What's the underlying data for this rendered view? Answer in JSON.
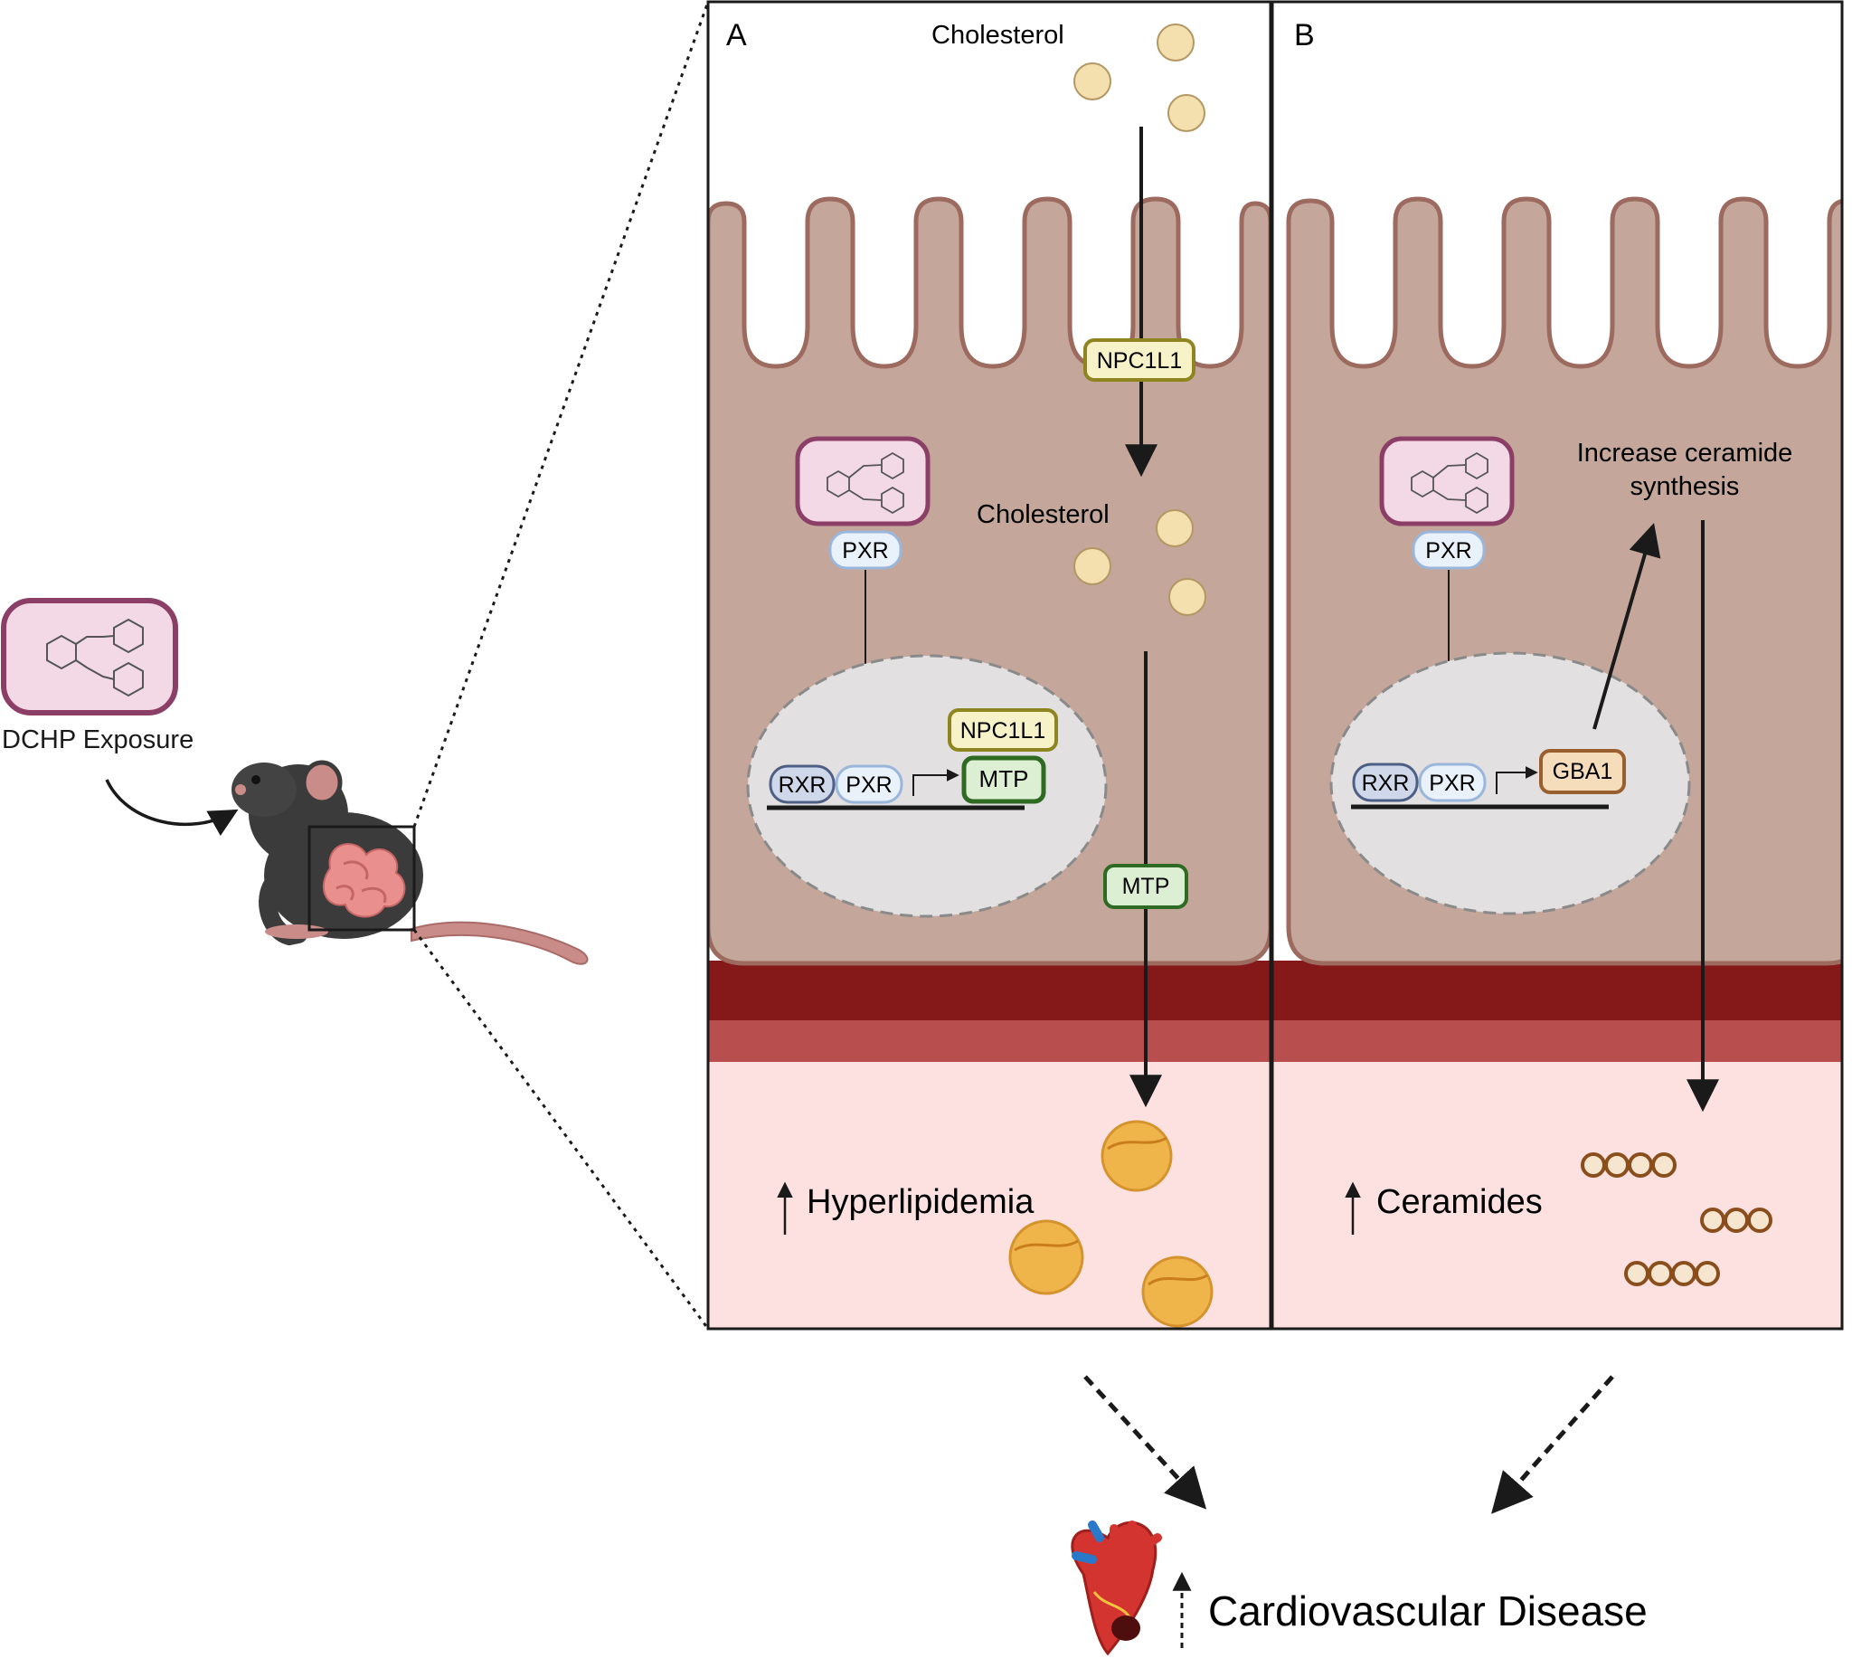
{
  "exposure": {
    "label": "DCHP Exposure"
  },
  "panel_a": {
    "letter": "A",
    "cholesterol_outside": "Cholesterol",
    "cholesterol_inside": "Cholesterol",
    "transporter": "NPC1L1",
    "receptor": "PXR",
    "nucleus": {
      "rxr": "RXR",
      "pxr": "PXR",
      "target_top": "NPC1L1",
      "target_main": "MTP"
    },
    "mtp": "MTP",
    "outcome": "Hyperlipidemia"
  },
  "panel_b": {
    "letter": "B",
    "receptor": "PXR",
    "synthesis_label_line1": "Increase ceramide",
    "synthesis_label_line2": "synthesis",
    "nucleus": {
      "rxr": "RXR",
      "pxr": "PXR",
      "target": "GBA1"
    },
    "outcome": "Ceramides"
  },
  "disease": {
    "label": "Cardiovascular Disease"
  },
  "colors": {
    "cell": "#c4a69b",
    "cell_border": "#9c6a5e",
    "nucleus": "#e2e0e1",
    "cholesterol": "#f4dfae",
    "npc1l1": "#f7f2c8",
    "mtp": "#dcefd2",
    "gba1": "#f5dcbb",
    "pxr": "#e9f1fb",
    "rxr": "#cfd8ea",
    "dchp_fill": "#f3d9e5",
    "dchp_border": "#8c3f66",
    "blood_dark": "#851818",
    "blood_light": "#b84e4e",
    "plasma": "#fde0e0"
  }
}
